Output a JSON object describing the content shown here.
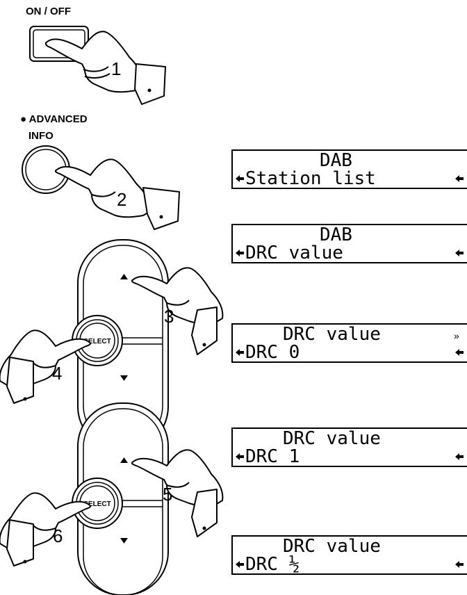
{
  "buttons": {
    "on_off_label": "ON / OFF",
    "advanced_label": "ADVANCED",
    "info_label": "INFO",
    "select_label": "SELECT"
  },
  "steps": [
    "1",
    "2",
    "3",
    "4",
    "5",
    "6"
  ],
  "displays": [
    {
      "line1": "DAB",
      "line2": "Station list"
    },
    {
      "line1": "DAB",
      "line2": "DRC value"
    },
    {
      "line1": "DRC value",
      "line2": "DRC 0",
      "has_marker": true
    },
    {
      "line1": "DRC value",
      "line2": "DRC 1"
    },
    {
      "line1": "DRC value",
      "line2": "DRC ½"
    }
  ]
}
